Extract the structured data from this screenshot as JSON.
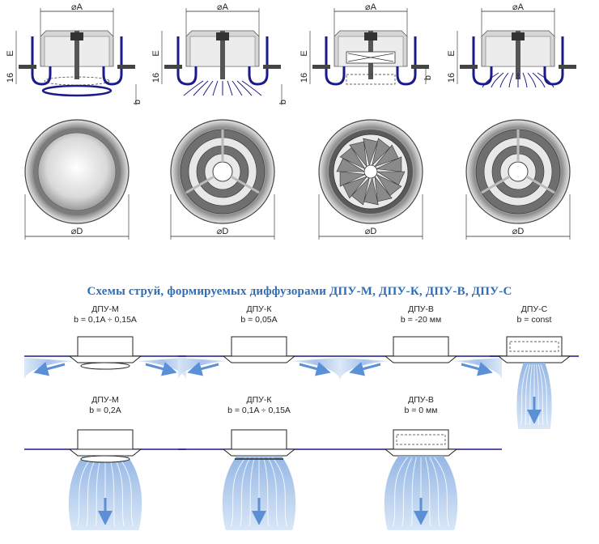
{
  "dims": {
    "A": "⌀A",
    "D": "⌀D",
    "E": "E",
    "h16": "16",
    "b": "b"
  },
  "heading": "Схемы струй, формируемых диффузорами ДПУ-М, ДПУ-К, ДПУ-В, ДПУ-С",
  "jets": [
    {
      "model": "ДПУ-М",
      "formula": "b = 0,1A ÷ 0,15A"
    },
    {
      "model": "ДПУ-К",
      "formula": "b = 0,05A"
    },
    {
      "model": "ДПУ-В",
      "formula": "b = -20 мм"
    },
    {
      "model": "ДПУ-С",
      "formula": "b = const"
    },
    {
      "model": "ДПУ-М",
      "formula": "b = 0,2A"
    },
    {
      "model": "ДПУ-К",
      "formula": "b = 0,1A ÷ 0,15A"
    },
    {
      "model": "ДПУ-В",
      "formula": "b = 0 мм"
    }
  ],
  "colors": {
    "frame": "#1a1a8a",
    "airflow": "#a9c6ec",
    "arrow": "#5b8fd6",
    "heading": "#2f6db5"
  }
}
